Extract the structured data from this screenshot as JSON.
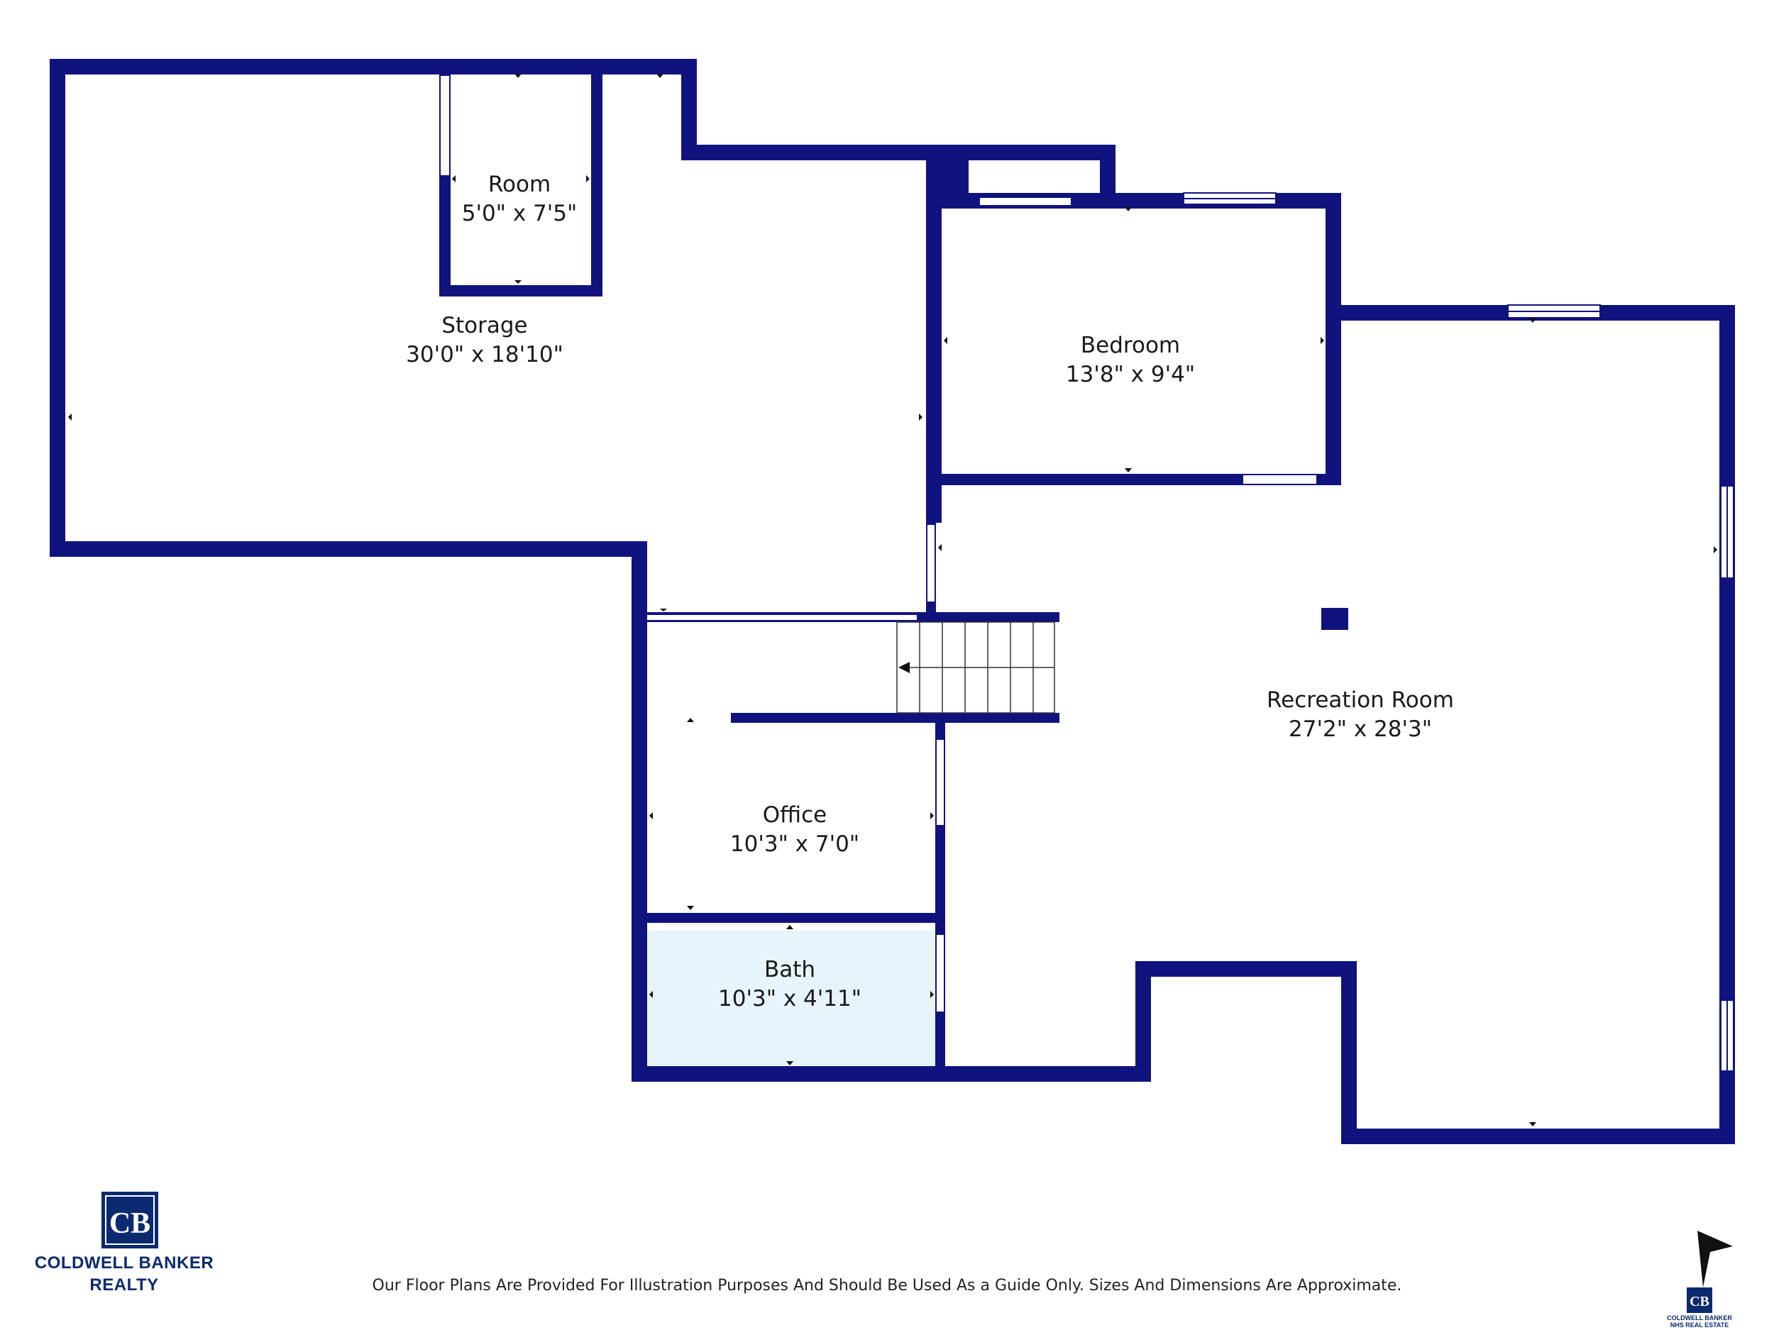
{
  "rooms": [
    {
      "name": "Room",
      "dims": "5'0\" x 7'5\""
    },
    {
      "name": "Storage",
      "dims": "30'0\" x 18'10\""
    },
    {
      "name": "Bedroom",
      "dims": "13'8\" x 9'4\""
    },
    {
      "name": "Recreation Room",
      "dims": "27'2\" x 28'3\""
    },
    {
      "name": "Office",
      "dims": "10'3\" x 7'0\""
    },
    {
      "name": "Bath",
      "dims": "10'3\" x 4'11\""
    }
  ],
  "brand": {
    "logo_letters": "CB",
    "line1": "COLDWELL BANKER",
    "line2": "REALTY",
    "small_line1": "COLDWELL BANKER",
    "small_line2": "NHS REAL ESTATE"
  },
  "disclaimer": "Our Floor Plans Are Provided For Illustration Purposes And Should Be Used As a Guide Only. Sizes And Dimensions Are Approximate.",
  "colors": {
    "wall": "#10137d",
    "bath_fill": "#e8f4fb",
    "brand": "#0b2a6f"
  }
}
